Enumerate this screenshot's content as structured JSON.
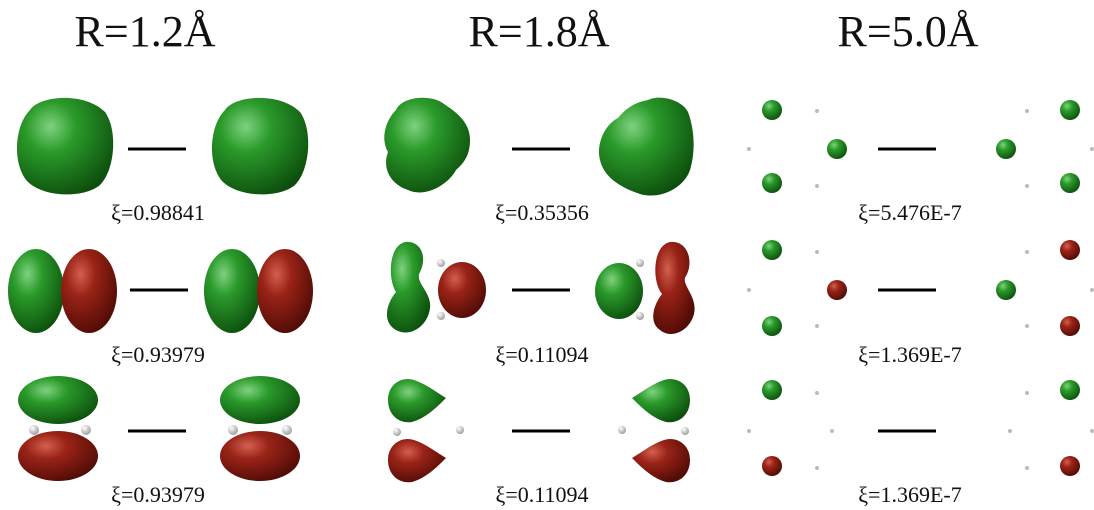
{
  "columns": [
    {
      "title": "R=1.2Å",
      "xi": [
        "ξ=0.98841",
        "ξ=0.93979",
        "ξ=0.93979"
      ]
    },
    {
      "title": "R=1.8Å",
      "xi": [
        "ξ=0.35356",
        "ξ=0.11094",
        "ξ=0.11094"
      ]
    },
    {
      "title": "R=5.0Å",
      "xi": [
        "ξ=5.476E-7",
        "ξ=1.369E-7",
        "ξ=1.369E-7"
      ]
    }
  ],
  "colors": {
    "positive_lobe": "#1e8a1e",
    "negative_lobe": "#8b1a12",
    "atom": "#e6e6e6",
    "bond": "#000000"
  }
}
